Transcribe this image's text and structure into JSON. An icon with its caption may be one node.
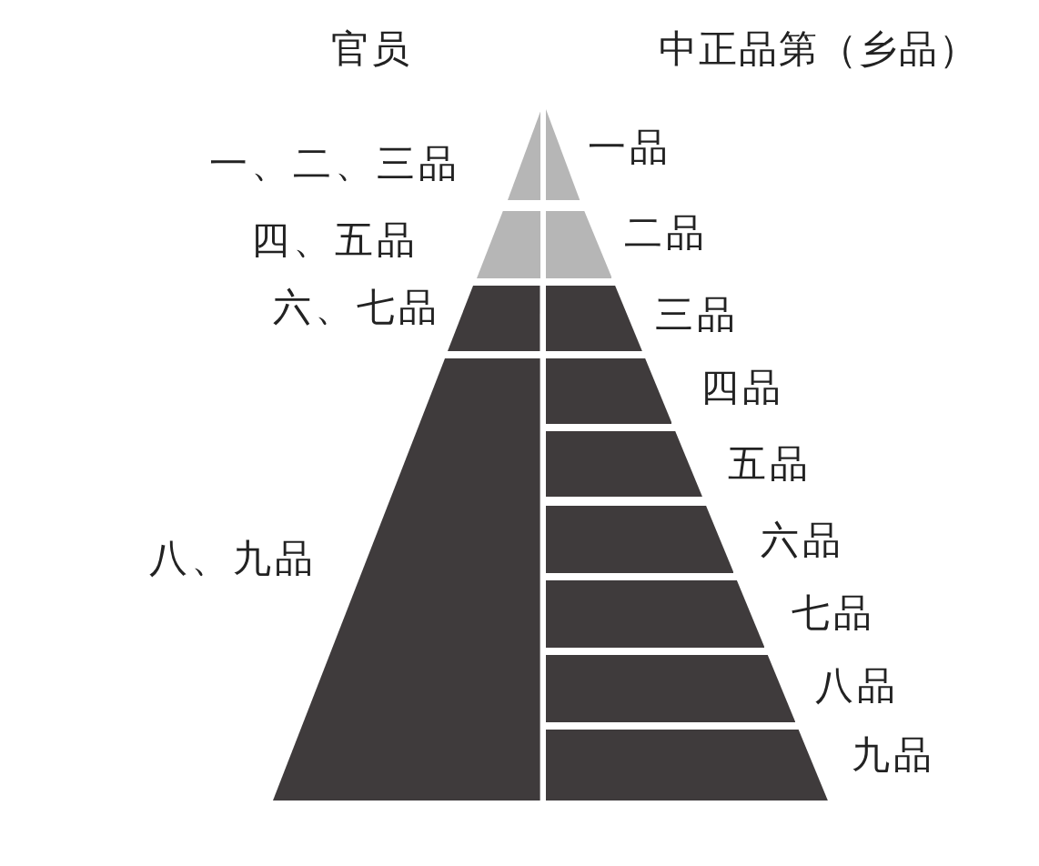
{
  "diagram": {
    "nodes": [
      {
        "text": [],
        "shape": "triangle",
        "beside": [
          "一、二、三品"
        ]
      },
      {
        "text": [],
        "shape": "trapezoid",
        "beside": [
          "四、五品"
        ]
      },
      {
        "text": [],
        "shape": "trapezoid",
        "beside": [
          "六、七品"
        ]
      },
      {
        "text": [],
        "shape": "trapezoid",
        "beside": [
          "八、九品"
        ]
      },
      {
        "text": [],
        "shape": "triangle",
        "beside": [
          "一品"
        ]
      },
      {
        "text": [],
        "shape": "trapezoid",
        "beside": [
          "二品"
        ]
      },
      {
        "text": [],
        "shape": "trapezoid",
        "beside": [
          "三品"
        ]
      },
      {
        "text": [],
        "shape": "trapezoid",
        "beside": [
          "四品"
        ]
      },
      {
        "text": [],
        "shape": "trapezoid",
        "beside": [
          "五品"
        ]
      },
      {
        "text": [],
        "shape": "trapezoid",
        "beside": [
          "六品"
        ]
      },
      {
        "text": [],
        "shape": "trapezoid",
        "beside": [
          "七品"
        ]
      },
      {
        "text": [],
        "shape": "trapezoid",
        "beside": [
          "八品"
        ]
      },
      {
        "text": [],
        "shape": "trapezoid",
        "beside": [
          "九品"
        ]
      }
    ],
    "labels": [
      "官员",
      "中正品第（乡品）"
    ]
  }
}
